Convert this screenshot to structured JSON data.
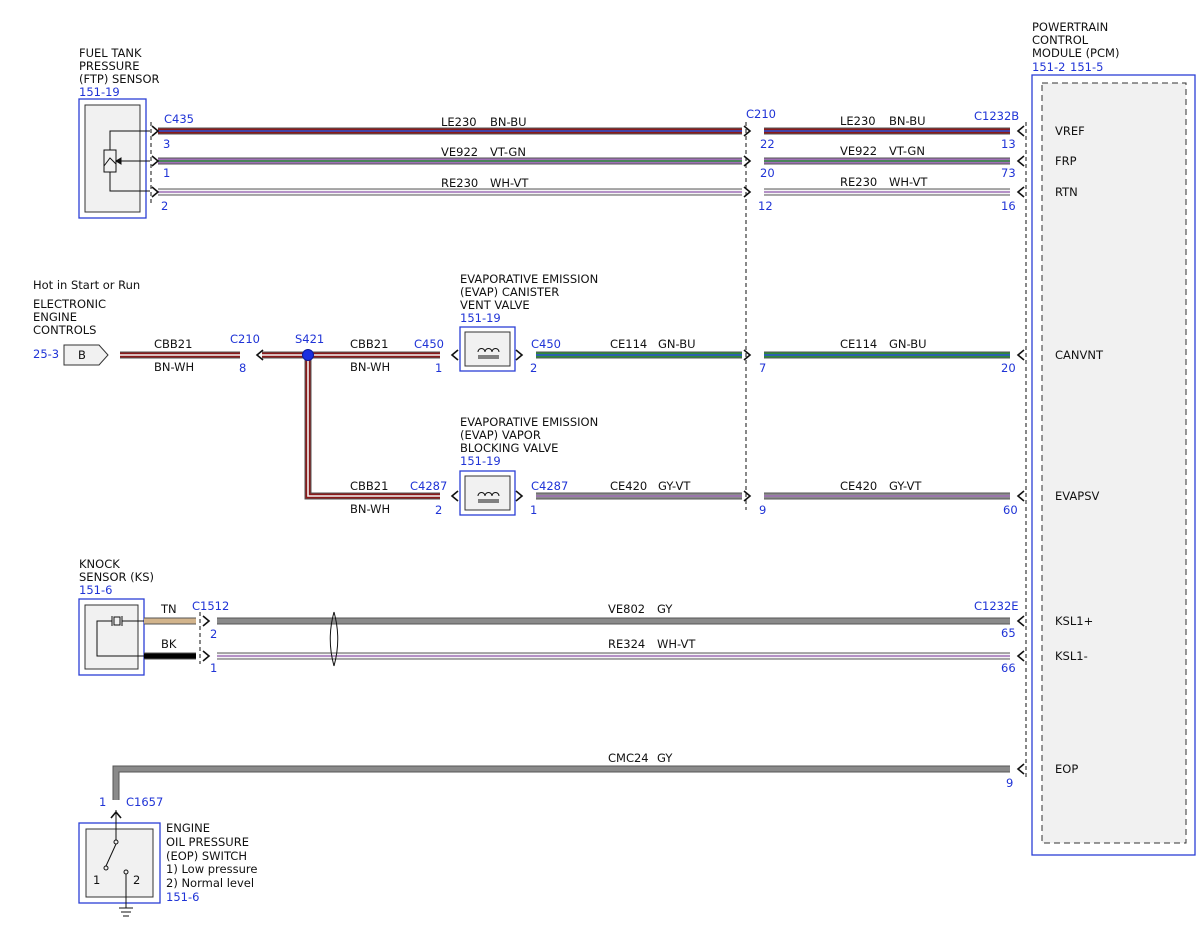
{
  "colors": {
    "ref_text": "#1f33d6",
    "component_border": "#2b3fd6",
    "component_fill": "#f1f1f1",
    "splice": "#1a2fe0",
    "BN": "#8b1a1a",
    "BU": "#2d51d6",
    "VT": "#a070b8",
    "GN": "#2e8b3a",
    "WH": "#f4f4f4",
    "GY": "#8a8a8a",
    "TN": "#d2b48c",
    "BK": "#000000"
  },
  "components": {
    "ftp": {
      "l1": "FUEL TANK",
      "l2": "PRESSURE",
      "l3": "(FTP) SENSOR",
      "ref": "151-19"
    },
    "pcm": {
      "l1": "POWERTRAIN",
      "l2": "CONTROL",
      "l3": "MODULE (PCM)",
      "ref1": "151-2",
      "ref2": "151-5"
    },
    "power": {
      "hot": "Hot in Start or Run",
      "l1": "ELECTRONIC",
      "l2": "ENGINE",
      "l3": "CONTROLS",
      "ref": "25-3",
      "pin": "B"
    },
    "vent_valve": {
      "l1": "EVAPORATIVE EMISSION",
      "l2": "(EVAP) CANISTER",
      "l3": "VENT VALVE",
      "ref": "151-19"
    },
    "block_valve": {
      "l1": "EVAPORATIVE EMISSION",
      "l2": "(EVAP) VAPOR",
      "l3": "BLOCKING VALVE",
      "ref": "151-19"
    },
    "knock": {
      "l1": "KNOCK",
      "l2": "SENSOR (KS)",
      "ref": "151-6"
    },
    "eop": {
      "l1": "ENGINE",
      "l2": "OIL PRESSURE",
      "l3": "(EOP) SWITCH",
      "l4": "1) Low pressure",
      "l5": "2) Normal level",
      "ref": "151-6",
      "p1": "1",
      "p2": "2"
    }
  },
  "connectors": {
    "c435": "C435",
    "c210": "C210",
    "c1232b": "C1232B",
    "c210b": "C210",
    "s421": "S421",
    "c450a": "C450",
    "c450b": "C450",
    "c4287a": "C4287",
    "c4287b": "C4287",
    "c1512": "C1512",
    "c1232e": "C1232E",
    "c1657": "C1657"
  },
  "pins": {
    "ftp_le": "3",
    "ftp_ve": "1",
    "ftp_re": "2",
    "c210_le": "22",
    "c210_ve": "20",
    "c210_re": "12",
    "pcm_le": "13",
    "pcm_ve": "73",
    "pcm_re": "16",
    "c210_cbb": "8",
    "c450_1": "1",
    "c450_2": "2",
    "c210_ce114": "7",
    "pcm_canvnt": "20",
    "c4287_2": "2",
    "c4287_1": "1",
    "c210_ce420": "9",
    "pcm_evapsv": "60",
    "ks_2": "2",
    "ks_1": "1",
    "pcm_ksl1p": "65",
    "pcm_ksl1m": "66",
    "eop_1": "1",
    "pcm_eop": "9"
  },
  "pcm_signals": {
    "vref": "VREF",
    "frp": "FRP",
    "rtn": "RTN",
    "canvnt": "CANVNT",
    "evapsv": "EVAPSV",
    "ksl1p": "KSL1+",
    "ksl1m": "KSL1-",
    "eop": "EOP"
  },
  "wires": {
    "le230_a": {
      "circuit": "LE230",
      "color": "BN-BU"
    },
    "le230_b": {
      "circuit": "LE230",
      "color": "BN-BU"
    },
    "ve922_a": {
      "circuit": "VE922",
      "color": "VT-GN"
    },
    "ve922_b": {
      "circuit": "VE922",
      "color": "VT-GN"
    },
    "re230_a": {
      "circuit": "RE230",
      "color": "WH-VT"
    },
    "re230_b": {
      "circuit": "RE230",
      "color": "WH-VT"
    },
    "cbb21_a": {
      "circuit": "CBB21",
      "color": "BN-WH"
    },
    "cbb21_b": {
      "circuit": "CBB21",
      "color": "BN-WH"
    },
    "cbb21_c": {
      "circuit": "CBB21",
      "color": "BN-WH"
    },
    "ce114_a": {
      "circuit": "CE114",
      "color": "GN-BU"
    },
    "ce114_b": {
      "circuit": "CE114",
      "color": "GN-BU"
    },
    "ce420_a": {
      "circuit": "CE420",
      "color": "GY-VT"
    },
    "ce420_b": {
      "circuit": "CE420",
      "color": "GY-VT"
    },
    "ks_tn": {
      "color": "TN"
    },
    "ks_bk": {
      "color": "BK"
    },
    "ve802": {
      "circuit": "VE802",
      "color": "GY"
    },
    "re324": {
      "circuit": "RE324",
      "color": "WH-VT"
    },
    "cmc24": {
      "circuit": "CMC24",
      "color": "GY"
    }
  }
}
